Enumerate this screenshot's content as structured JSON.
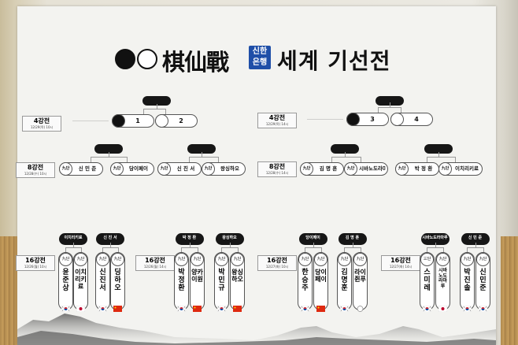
{
  "title": {
    "hanja": "棋仙戰",
    "sponsor": "신한\n은행",
    "sponsor_lines": [
      "신한",
      "은행"
    ],
    "korean": "세계 기선전"
  },
  "colors": {
    "sponsor_blue": "#1f4fa8",
    "china_red": "#de2910",
    "header_black": "#161616"
  },
  "rounds": {
    "semifinal": {
      "label": "4강전",
      "date_left": "12/29(목) 10시",
      "date_right": "12/29(목) 14시"
    },
    "quarterfinal": {
      "label": "8강전",
      "date_left": "12/28(수) 10시",
      "date_right": "12/28(수) 14시"
    },
    "round16": {
      "label": "16강전",
      "dates": [
        "12/26(월) 10시",
        "12/26(월) 14시",
        "12/27(화) 10시",
        "12/27(화) 14시"
      ]
    }
  },
  "semifinal_slots": [
    "1",
    "2",
    "3",
    "4"
  ],
  "quarterfinal_players": [
    {
      "rank": "九단",
      "name": "신 민 준"
    },
    {
      "rank": "九단",
      "name": "당이페이"
    },
    {
      "rank": "九단",
      "name": "신 진 서"
    },
    {
      "rank": "九단",
      "name": "왕싱하오"
    },
    {
      "rank": "九단",
      "name": "김 명 훈"
    },
    {
      "rank": "九단",
      "name": "시바노도라마루"
    },
    {
      "rank": "九단",
      "name": "박 정 환"
    },
    {
      "rank": "九단",
      "name": "이치리키료"
    }
  ],
  "round16_winners": [
    "이치리키료",
    "신 진 서",
    "박 정 환",
    "왕싱하오",
    "당이페이",
    "김 명 훈",
    "시바노도라마루",
    "신 민 준"
  ],
  "round16_players": [
    {
      "rank": "九단",
      "name": "윤준상",
      "country": "korea"
    },
    {
      "rank": "九단",
      "name": "이치리키료",
      "country": "japan"
    },
    {
      "rank": "九단",
      "name": "신진서",
      "country": "korea"
    },
    {
      "rank": "九단",
      "name": "딩하오",
      "country": "china"
    },
    {
      "rank": "九단",
      "name": "박정환",
      "country": "korea"
    },
    {
      "rank": "九단",
      "name": "양카이원",
      "country": "china"
    },
    {
      "rank": "九단",
      "name": "박민규",
      "country": "korea"
    },
    {
      "rank": "九단",
      "name": "왕싱하오",
      "country": "china"
    },
    {
      "rank": "九단",
      "name": "한승주",
      "country": "korea"
    },
    {
      "rank": "九단",
      "name": "당이페이",
      "country": "china"
    },
    {
      "rank": "九단",
      "name": "김명훈",
      "country": "korea"
    },
    {
      "rank": "九단",
      "name": "라이쥔푸",
      "country": "taiwan"
    },
    {
      "rank": "三단",
      "name": "스미레",
      "country": "korea"
    },
    {
      "rank": "九단",
      "name": "시바노도라마루",
      "country": "japan"
    },
    {
      "rank": "九단",
      "name": "박진솔",
      "country": "korea"
    },
    {
      "rank": "九단",
      "name": "신민준",
      "country": "korea"
    }
  ]
}
